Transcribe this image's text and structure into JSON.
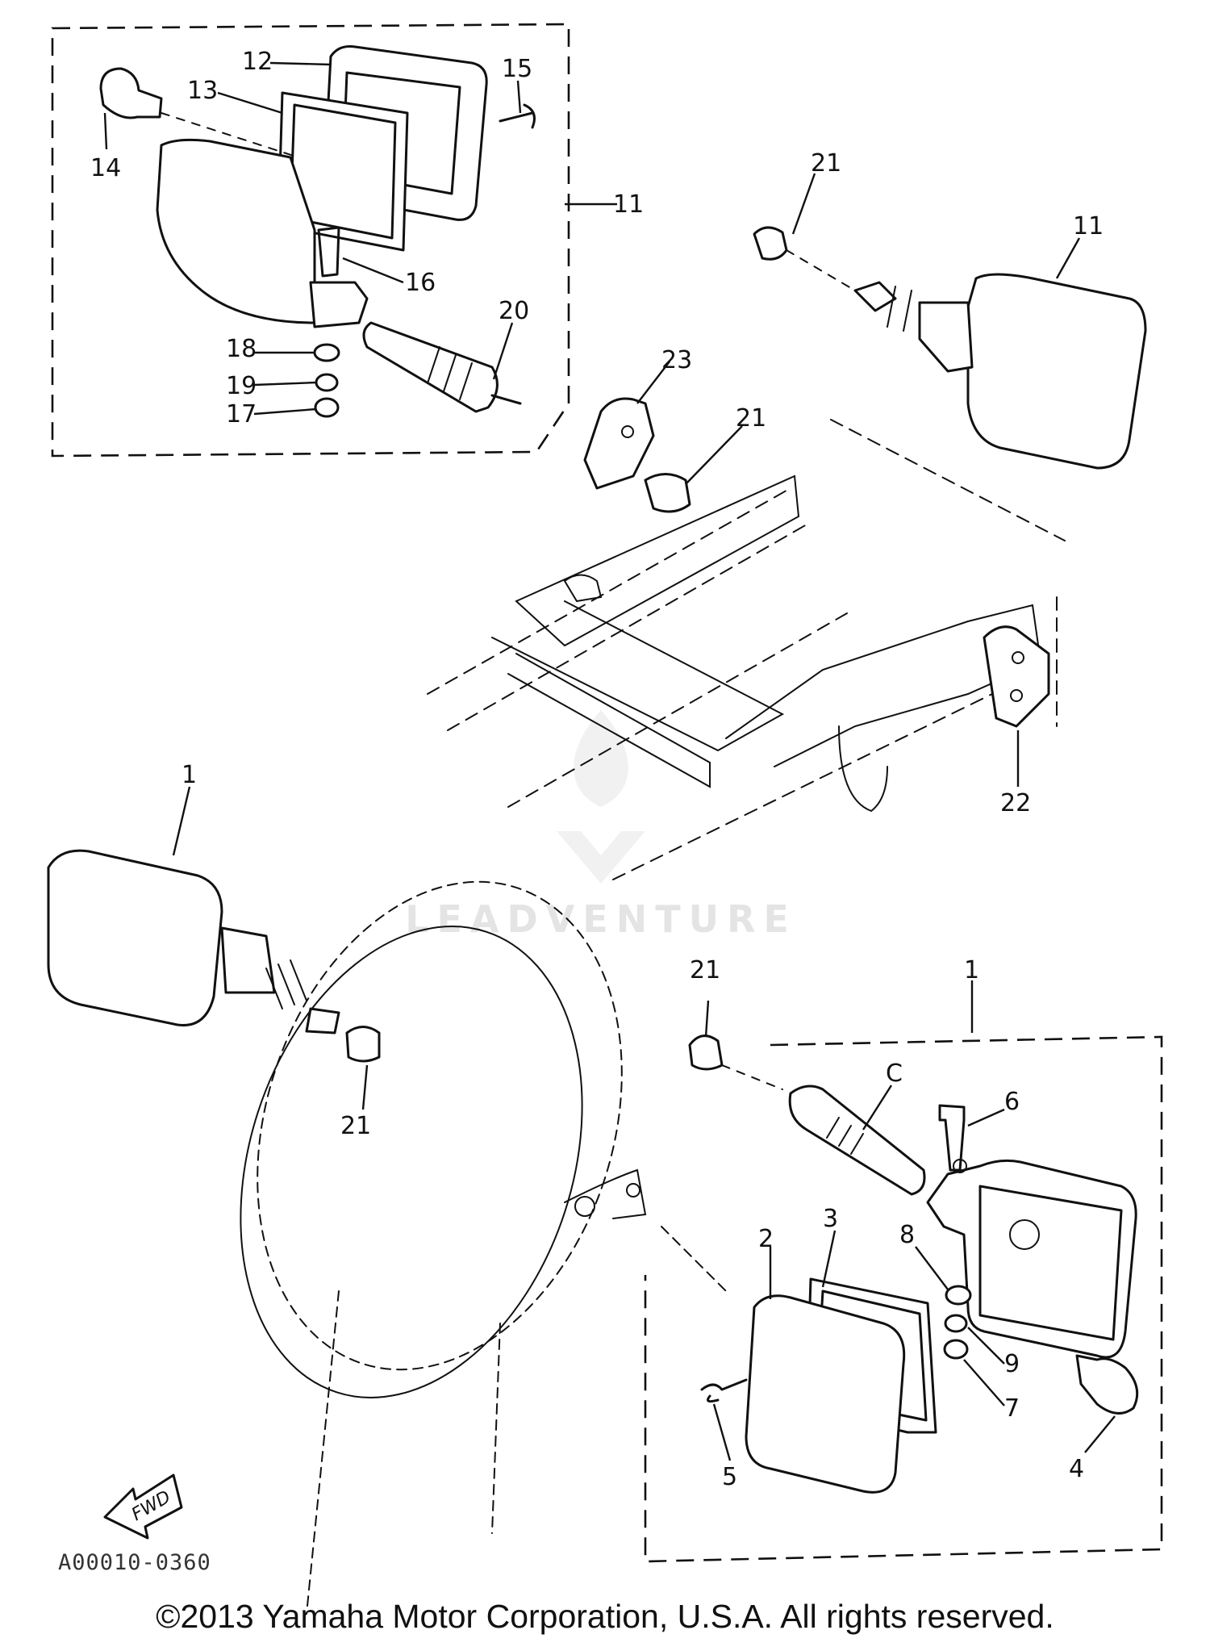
{
  "callouts": {
    "c1_top": "11",
    "c1_bracket": "11",
    "c12": "12",
    "c13": "13",
    "c14": "14",
    "c15": "15",
    "c16": "16",
    "c17": "17",
    "c18": "18",
    "c19": "19",
    "c20": "20",
    "c21_a": "21",
    "c21_b": "21",
    "c21_c": "21",
    "c21_d": "21",
    "c22": "22",
    "c23": "23",
    "c1_left": "1",
    "c1_lower_bracket": "1",
    "c2": "2",
    "c3": "3",
    "c4": "4",
    "c5": "5",
    "c6": "6",
    "c7": "7",
    "c8": "8",
    "c9": "9",
    "c_c": "C"
  },
  "fwd_label": "FWD",
  "diagram_ref": "A00010-0360",
  "watermark_text": "LEADVENTURE",
  "copyright": "©2013 Yamaha Motor Corporation, U.S.A. All rights reserved.",
  "colors": {
    "line": "#111111",
    "watermark": "#e4e4e4",
    "background": "#ffffff"
  }
}
